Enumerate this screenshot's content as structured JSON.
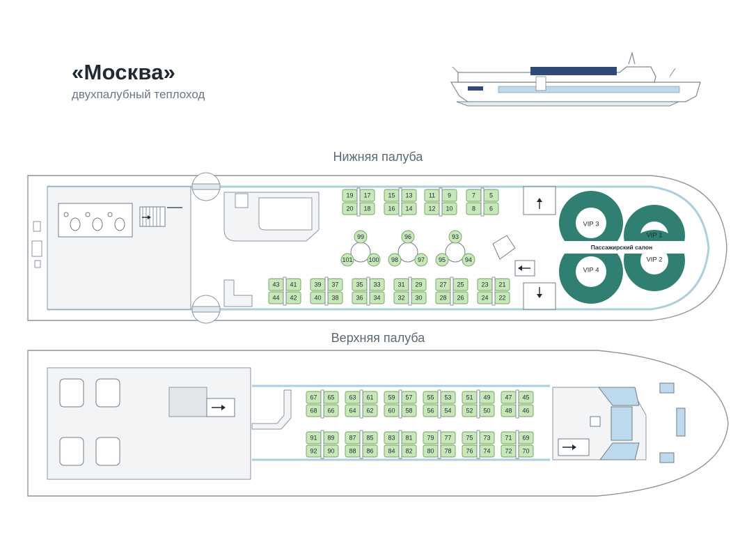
{
  "header": {
    "title": "«Москва»",
    "subtitle": "двухпалубный теплоход"
  },
  "decks": {
    "lower_label": "Нижняя палуба",
    "upper_label": "Верхняя палуба",
    "salon_label": "Пассажирский салон"
  },
  "colors": {
    "hull_stroke": "#8a96a2",
    "inner_line": "#a9cfe0",
    "seat_fill": "#c9e8b9",
    "seat_stroke": "#6aa35a",
    "vip_fill": "#2f7f72",
    "vip_inner": "#ffffff",
    "furniture": "#d9dee3",
    "room_fill": "#f2f4f6"
  },
  "vip_zones": [
    {
      "label": "VIP 3",
      "id": "vip-3"
    },
    {
      "label": "VIP 1",
      "id": "vip-1"
    },
    {
      "label": "VIP 2",
      "id": "vip-2"
    },
    {
      "label": "VIP 4",
      "id": "vip-4"
    }
  ],
  "lower_blocks": [
    [
      "19",
      "17",
      "20",
      "18"
    ],
    [
      "15",
      "13",
      "16",
      "14"
    ],
    [
      "11",
      "9",
      "12",
      "10"
    ],
    [
      "7",
      "5",
      "8",
      "6"
    ],
    [
      "43",
      "41",
      "44",
      "42"
    ],
    [
      "39",
      "37",
      "40",
      "38"
    ],
    [
      "35",
      "33",
      "36",
      "34"
    ],
    [
      "31",
      "29",
      "32",
      "30"
    ],
    [
      "27",
      "25",
      "28",
      "26"
    ],
    [
      "23",
      "21",
      "24",
      "22"
    ]
  ],
  "round_tables": [
    [
      "99",
      "101",
      "100"
    ],
    [
      "96",
      "98",
      "97"
    ],
    [
      "93",
      "95",
      "94"
    ]
  ],
  "upper_blocks": [
    [
      "67",
      "65",
      "68",
      "66"
    ],
    [
      "63",
      "61",
      "64",
      "62"
    ],
    [
      "59",
      "57",
      "60",
      "58"
    ],
    [
      "55",
      "53",
      "56",
      "54"
    ],
    [
      "51",
      "49",
      "52",
      "50"
    ],
    [
      "47",
      "45",
      "48",
      "46"
    ],
    [
      "91",
      "89",
      "92",
      "90"
    ],
    [
      "87",
      "85",
      "88",
      "86"
    ],
    [
      "83",
      "81",
      "84",
      "82"
    ],
    [
      "79",
      "77",
      "80",
      "78"
    ],
    [
      "75",
      "73",
      "76",
      "74"
    ],
    [
      "71",
      "69",
      "72",
      "70"
    ]
  ]
}
